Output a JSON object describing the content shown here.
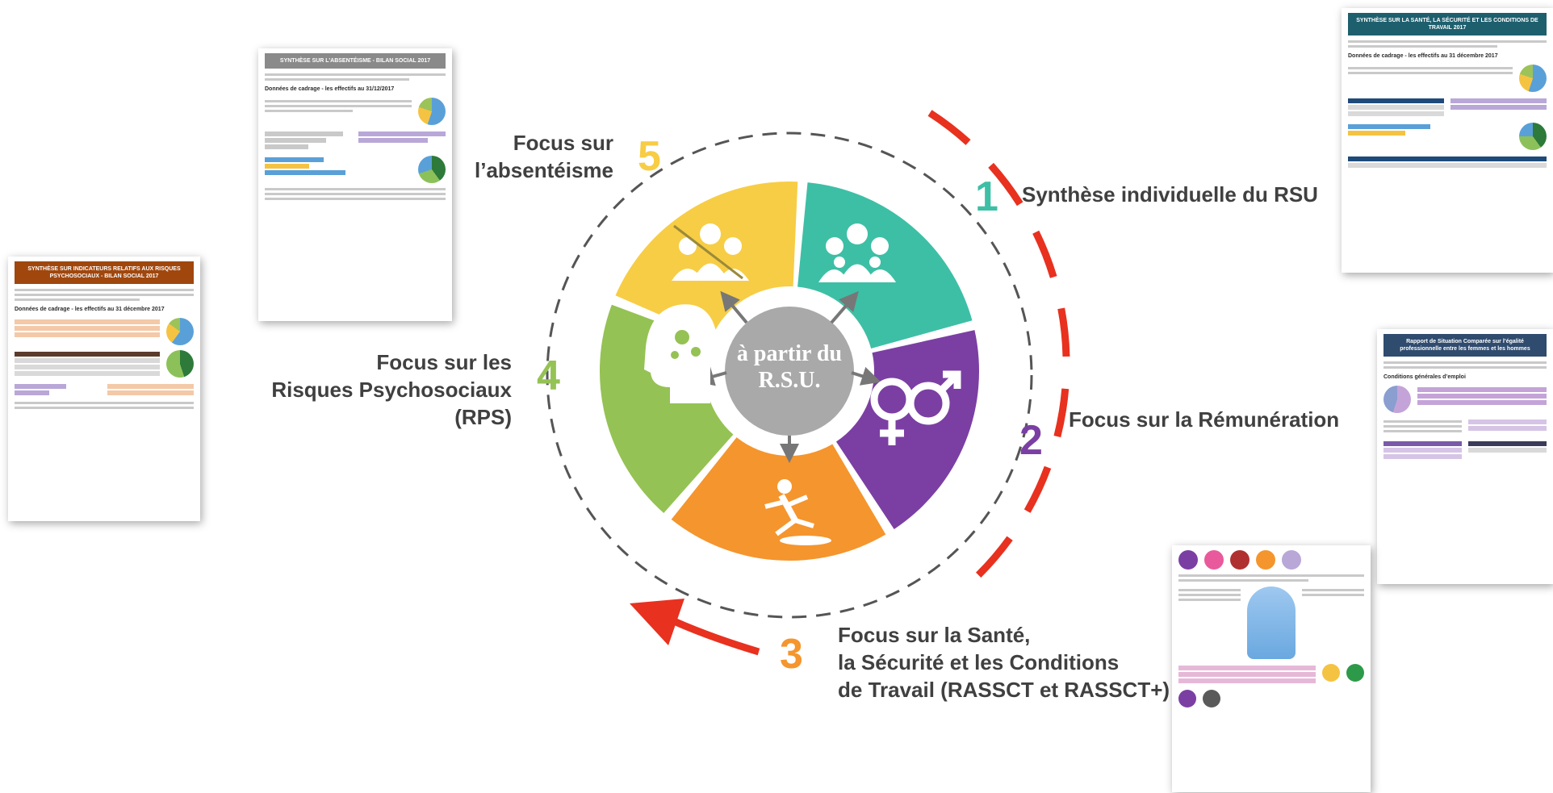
{
  "hub": {
    "line1": "à partir du",
    "line2": "R.S.U."
  },
  "steps": [
    {
      "number": "1",
      "label_lines": [
        "Synthèse individuelle du RSU"
      ],
      "color": "#3dbfa6",
      "icon": "people-group-icon"
    },
    {
      "number": "2",
      "label_lines": [
        "Focus sur la Rémunération"
      ],
      "color": "#7b3fa3",
      "icon": "gender-symbols-icon"
    },
    {
      "number": "3",
      "label_lines": [
        "Focus sur la Santé,",
        "la Sécurité et les Conditions",
        "de Travail (RASSCT et RASSCT+)"
      ],
      "color": "#f5952d",
      "icon": "falling-person-icon"
    },
    {
      "number": "4",
      "label_lines": [
        "Focus sur les",
        "Risques Psychosociaux (RPS)"
      ],
      "color": "#95c254",
      "icon": "head-gears-icon"
    },
    {
      "number": "5",
      "label_lines": [
        "Focus sur",
        "l’absentéisme"
      ],
      "color": "#f7cd45",
      "icon": "absent-people-icon"
    }
  ],
  "documents": {
    "absenteisme": {
      "title": "SYNTHÈSE SUR L’ABSENTÉISME - BILAN SOCIAL 2017",
      "header_color": "#8a8a8a",
      "section": "Données de cadrage - les effectifs au 31/12/2017"
    },
    "rps": {
      "title": "SYNTHÈSE SUR INDICATEURS RELATIFS AUX RISQUES PSYCHOSOCIAUX - BILAN SOCIAL 2017",
      "header_color": "#a0470e",
      "section": "Données de cadrage - les effectifs au 31 décembre 2017"
    },
    "sante": {
      "title": "SYNTHÈSE SUR LA SANTÉ, LA SÉCURITÉ ET LES CONDITIONS DE TRAVAIL 2017",
      "header_color": "#1e5f6e",
      "section": "Données de cadrage - les effectifs au 31 décembre 2017"
    },
    "egalite": {
      "title": "Rapport de Situation Comparée sur l’égalité professionnelle entre les femmes et les hommes",
      "header_color": "#2f4b6e",
      "section": "Conditions générales d’emploi"
    }
  },
  "colors": {
    "cycle_arrow": "#e8311f",
    "dashed_ring": "#555555",
    "hub": "#a9a9a9",
    "label_text": "#404040"
  }
}
